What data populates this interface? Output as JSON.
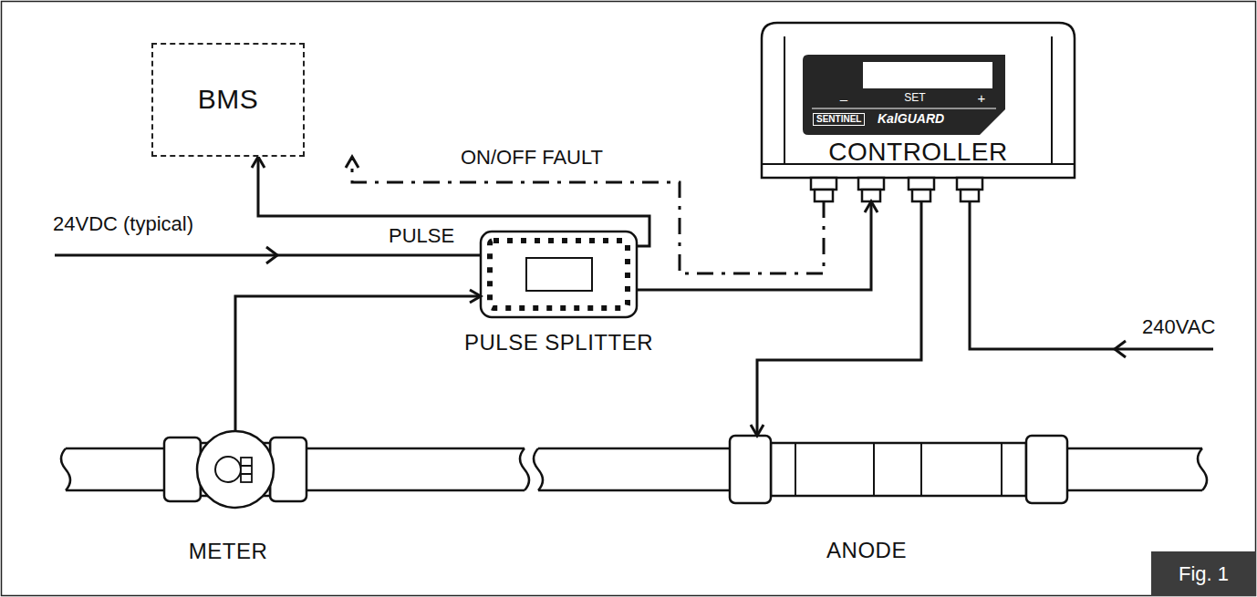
{
  "diagram": {
    "nodes": [
      {
        "text": [
          "BMS"
        ]
      },
      {
        "text": [
          "PULSE SPLITTER"
        ]
      },
      {
        "text": [
          "CONTROLLER"
        ]
      },
      {
        "text": [
          "METER"
        ]
      },
      {
        "text": [
          "ANODE"
        ]
      }
    ],
    "edges": [
      {
        "from": 3,
        "to": 1,
        "arrow": "to"
      },
      {
        "from": 1,
        "to": 0,
        "label": "PULSE",
        "arrow": "to"
      },
      {
        "from": 2,
        "to": 0,
        "label": "ON/OFF FAULT",
        "arrow": "to"
      },
      {
        "from": 1,
        "to": 2,
        "arrow": "to"
      },
      {
        "from": 2,
        "to": 4,
        "arrow": "to"
      }
    ],
    "labels": [
      "24VDC (typical)",
      "240VAC",
      "–",
      "SET",
      "+",
      "SENTINEL",
      "KalGUARD",
      "Fig. 1"
    ]
  }
}
